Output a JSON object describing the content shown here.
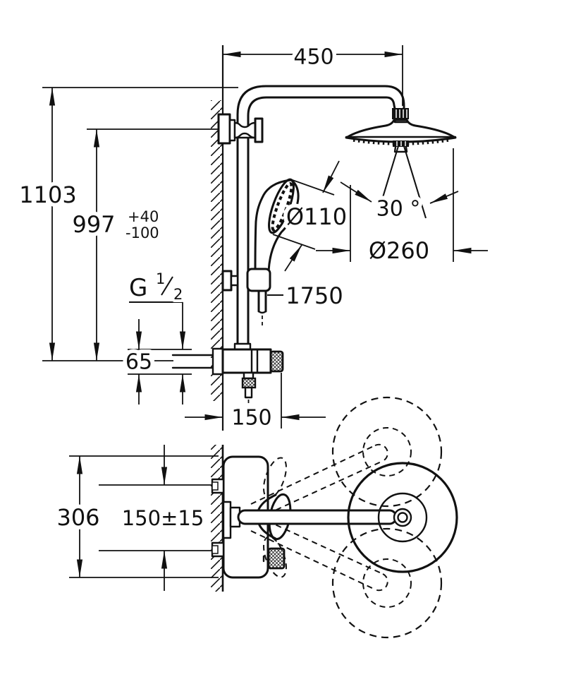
{
  "meta": {
    "description": "Shower system installation drawing, dimensions in mm"
  },
  "colors": {
    "ink": "#111111",
    "paper": "#ffffff"
  },
  "front_view": {
    "reach": "450",
    "total_height": "1103",
    "rail_height": "997",
    "rail_height_tol_plus": "+40",
    "rail_height_tol_minus": "-100",
    "hand_shower_diameter": "Ø110",
    "head_shower_diameter": "Ø260",
    "spray_angle": "30 °",
    "hose_length": "1750",
    "thread_letter": "G",
    "thread_numerator": "1",
    "thread_denominator": "2",
    "supply_offset": "65",
    "body_projection": "150"
  },
  "plan_view": {
    "body_height": "306",
    "supply_spacing": "150±15"
  }
}
